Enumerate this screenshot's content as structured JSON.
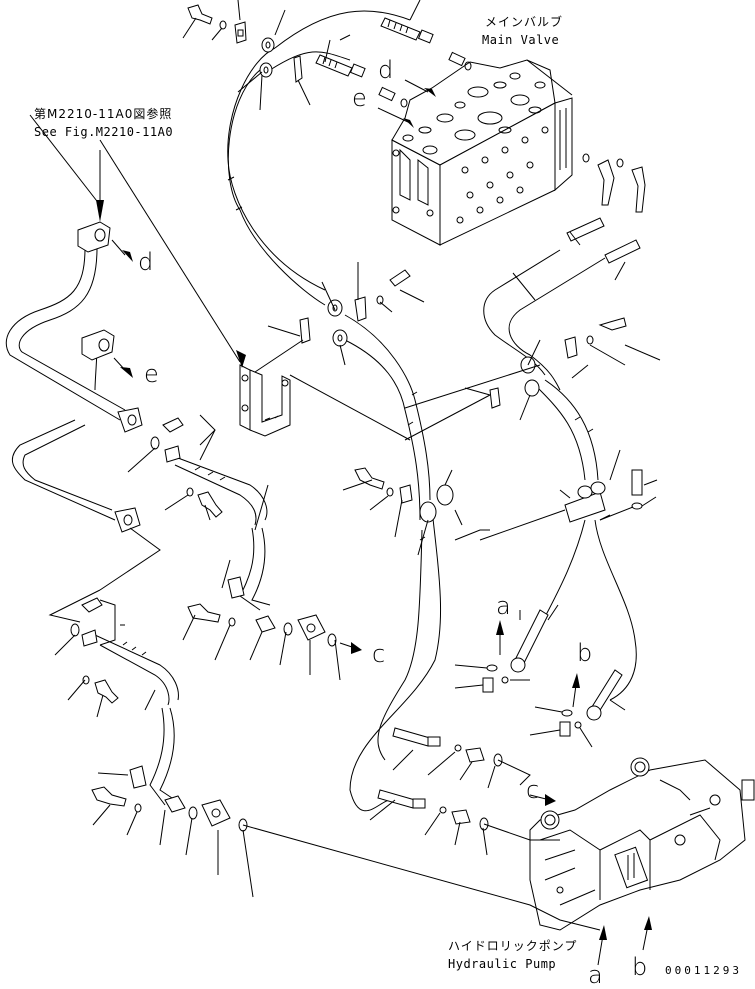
{
  "diagram": {
    "title": "Hydraulic piping — Main Valve to Hydraulic Pump (exploded parts view)",
    "line_color": "#000000",
    "background": "#ffffff"
  },
  "labels": {
    "main_valve_jp": "メインバルブ",
    "main_valve_en": "Main Valve",
    "see_fig_jp": "第M2210-11A0図参照",
    "see_fig_en": "See Fig.M2210-11A0",
    "hydraulic_pump_jp": "ハイドロリックポンプ",
    "hydraulic_pump_en": "Hydraulic Pump",
    "document_number": "00011293"
  },
  "connection_markers": [
    {
      "id": "d",
      "text": "d",
      "location": "main-valve-port"
    },
    {
      "id": "e",
      "text": "e",
      "location": "main-valve-port"
    },
    {
      "id": "d2",
      "text": "d",
      "location": "left-pipe-flange-upper"
    },
    {
      "id": "e2",
      "text": "e",
      "location": "left-pipe-flange-lower"
    },
    {
      "id": "c",
      "text": "c",
      "location": "split-flange"
    },
    {
      "id": "c2",
      "text": "c",
      "location": "hydraulic-pump-port"
    },
    {
      "id": "a",
      "text": "a",
      "location": "hose-fitting"
    },
    {
      "id": "b",
      "text": "b",
      "location": "hose-fitting"
    },
    {
      "id": "a2",
      "text": "a",
      "location": "hydraulic-pump-port"
    },
    {
      "id": "b2",
      "text": "b",
      "location": "hydraulic-pump-port"
    }
  ],
  "components": [
    "main-valve",
    "hydraulic-pump",
    "steel-pipe-upper",
    "steel-pipe-lower",
    "hose-upper",
    "hose-lower",
    "split-flange",
    "o-ring",
    "bolt",
    "washer",
    "clamp",
    "bracket",
    "grommet",
    "elbow-fitting",
    "connector"
  ]
}
